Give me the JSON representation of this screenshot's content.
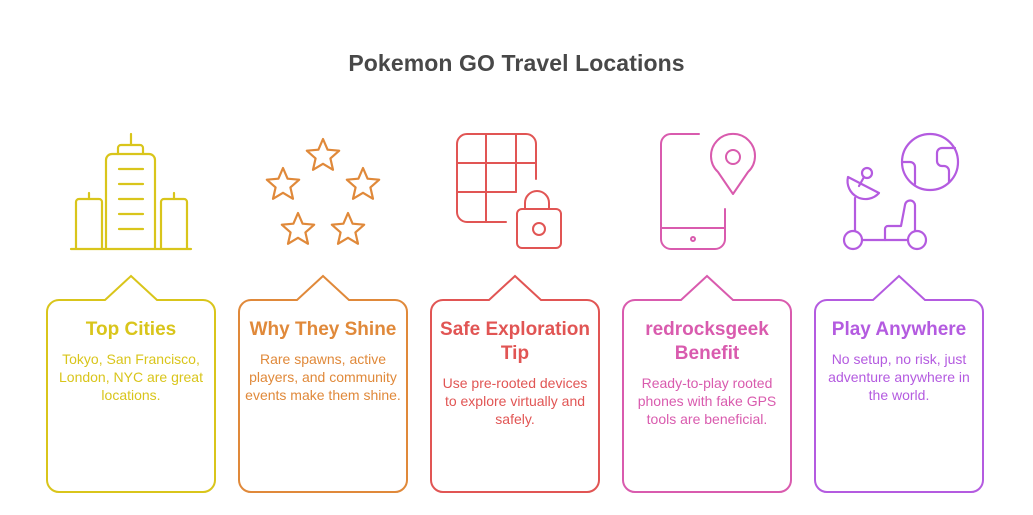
{
  "title": "Pokemon GO Travel Locations",
  "cards": [
    {
      "title": "Top Cities",
      "body": "Tokyo, San Francisco, London, NYC are great locations.",
      "icon": "city-buildings-icon",
      "color": "#D9C51B"
    },
    {
      "title": "Why They Shine",
      "body": "Rare spawns, active players, and community events make them shine.",
      "icon": "five-stars-icon",
      "color": "#E0893A"
    },
    {
      "title": "Safe Exploration Tip",
      "body": "Use pre-rooted devices to explore virtually and safely.",
      "icon": "map-grid-lock-icon",
      "color": "#E15554"
    },
    {
      "title": "redrocksgeek Benefit",
      "body": "Ready-to-play rooted phones with fake GPS tools are beneficial.",
      "icon": "phone-location-pin-icon",
      "color": "#D95BAE"
    },
    {
      "title": "Play Anywhere",
      "body": "No setup, no risk, just adventure anywhere in the world.",
      "icon": "rover-globe-icon",
      "color": "#B45BE0"
    }
  ]
}
